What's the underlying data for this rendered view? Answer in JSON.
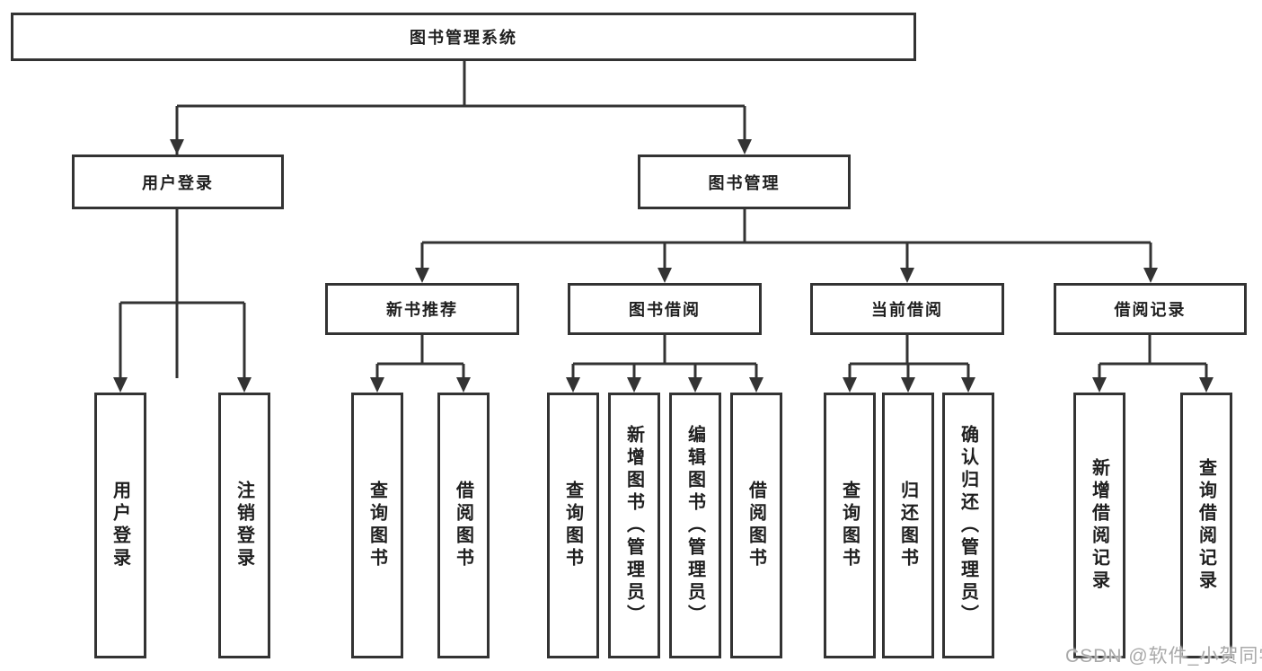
{
  "diagram_title": "图书管理系统",
  "colors": {
    "line": "#333333",
    "box_border": "#333333",
    "box_fill": "#ffffff",
    "text": "#1f1f1f",
    "watermark": "#a9a9a9",
    "background": "#ffffff"
  },
  "nodes": {
    "root": {
      "label": "图书管理系统"
    },
    "user_login": {
      "label": "用户登录"
    },
    "book_mgmt": {
      "label": "图书管理"
    },
    "new_book_rec": {
      "label": "新书推荐"
    },
    "book_borrow": {
      "label": "图书借阅"
    },
    "current_borrow": {
      "label": "当前借阅"
    },
    "borrow_records": {
      "label": "借阅记录"
    },
    "leaf_user_login": {
      "label": "用户登录"
    },
    "leaf_logout": {
      "label": "注销登录"
    },
    "leaf_nbr_query_book": {
      "label": "查询图书"
    },
    "leaf_nbr_borrow_book": {
      "label": "借阅图书"
    },
    "leaf_bb_query_book": {
      "label": "查询图书"
    },
    "leaf_bb_add_book_admin": {
      "label": "新增图书（管理员）"
    },
    "leaf_bb_edit_book_admin": {
      "label": "编辑图书（管理员）"
    },
    "leaf_bb_borrow_book": {
      "label": "借阅图书"
    },
    "leaf_cb_query_book": {
      "label": "查询图书"
    },
    "leaf_cb_return_book": {
      "label": "归还图书"
    },
    "leaf_cb_confirm_return_admin": {
      "label": "确认归还（管理员）"
    },
    "leaf_br_add_record": {
      "label": "新增借阅记录"
    },
    "leaf_br_query_record": {
      "label": "查询借阅记录"
    }
  },
  "hierarchy": {
    "图书管理系统": [
      "用户登录",
      "图书管理"
    ],
    "用户登录": [
      "用户登录",
      "注销登录"
    ],
    "图书管理": [
      "新书推荐",
      "图书借阅",
      "当前借阅",
      "借阅记录"
    ],
    "新书推荐": [
      "查询图书",
      "借阅图书"
    ],
    "图书借阅": [
      "查询图书",
      "新增图书（管理员）",
      "编辑图书（管理员）",
      "借阅图书"
    ],
    "当前借阅": [
      "查询图书",
      "归还图书",
      "确认归还（管理员）"
    ],
    "借阅记录": [
      "新增借阅记录",
      "查询借阅记录"
    ]
  },
  "watermark": {
    "text": "CSDN @软件_小贺同学"
  }
}
